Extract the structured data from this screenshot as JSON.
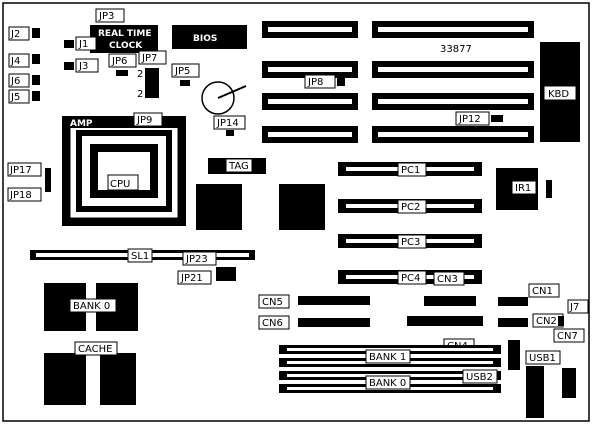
{
  "labels": {
    "board_number": "33877",
    "rtc_line1": "REAL TIME",
    "rtc_line2": "CLOCK",
    "bios": "BIOS",
    "amp": "AMP",
    "cpu": "CPU",
    "tag": "TAG",
    "kbd": "KBD",
    "sl1": "SL1",
    "cache": "CACHE",
    "cache_bank0": "BANK 0",
    "mem_bank1": "BANK 1",
    "mem_bank0": "BANK 0",
    "pc1": "PC1",
    "pc2": "PC2",
    "pc3": "PC3",
    "pc4": "PC4",
    "jp3": "JP3",
    "j1": "J1",
    "j2": "J2",
    "j3": "J3",
    "j4": "J4",
    "j5": "J5",
    "j6": "J6",
    "j7": "J7",
    "jp5": "JP5",
    "jp6": "JP6",
    "jp7": "JP7",
    "jp8": "JP8",
    "jp9": "JP9",
    "jp12": "JP12",
    "jp14": "JP14",
    "jp17": "JP17",
    "jp18": "JP18",
    "jp21": "JP21",
    "jp23": "JP23",
    "ir1": "IR1",
    "cn1": "CN1",
    "cn2": "CN2",
    "cn3": "CN3",
    "cn4": "CN4",
    "cn5": "CN5",
    "cn6": "CN6",
    "cn7": "CN7",
    "usb1": "USB1",
    "usb2": "USB2",
    "pin2_a": "2",
    "pin2_b": "2"
  }
}
